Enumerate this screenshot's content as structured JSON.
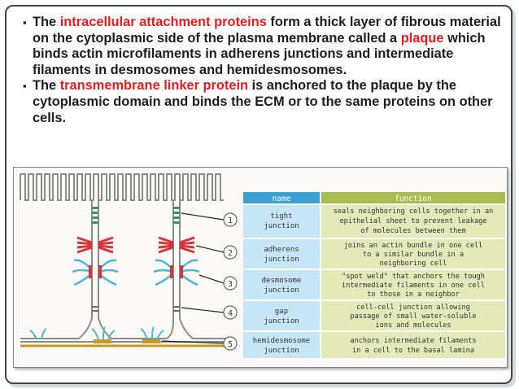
{
  "bullets": [
    {
      "marker": "▪",
      "pre": "The ",
      "highlight": "intracellular attachment proteins",
      "mid": " form a thick layer of fibrous material on the cytoplasmic side of the plasma membrane called a ",
      "highlight2": "plaque",
      "post": " which binds actin microfilaments in adherens junctions and intermediate filaments in desmosomes and hemidesmosomes."
    },
    {
      "marker": "▪",
      "pre": "The ",
      "highlight": "transmembrane linker protein",
      "post": " is anchored to the plaque by the cytoplasmic domain and binds the ECM or to the same proteins on other cells."
    }
  ],
  "table": {
    "header_name": "name",
    "header_function": "function",
    "rows": [
      {
        "num": "1",
        "name": [
          "tight",
          "junction"
        ],
        "function": [
          "seals neighboring cells together in an",
          "epithelial sheet to prevent leakage",
          "of molecules between them"
        ]
      },
      {
        "num": "2",
        "name": [
          "adherens",
          "junction"
        ],
        "function": [
          "joins an actin bundle in one cell",
          "to a similar bundle in a",
          "neighboring cell"
        ]
      },
      {
        "num": "3",
        "name": [
          "desmosome",
          "junction"
        ],
        "function": [
          "\"spot weld\" that anchors the tough",
          "intermediate filaments in one cell",
          "to those in a neighbor"
        ]
      },
      {
        "num": "4",
        "name": [
          "gap",
          "junction"
        ],
        "function": [
          "cell-cell junction allowing",
          "passage of small water-soluble",
          "ions and molecules"
        ]
      },
      {
        "num": "5",
        "name": [
          "hemidesmosome",
          "junction"
        ],
        "function": [
          "anchors intermediate filaments",
          "in a cell to the basal lamina"
        ]
      }
    ]
  },
  "colors": {
    "highlight": "#e02020",
    "name_header": "#3e9fd3",
    "name_cell": "#c6e6f5",
    "function_header": "#a9bd55",
    "function_cell": "#e3e9b8",
    "membrane": "#8c8c8c",
    "actin": "#d6333b",
    "intermediate_filament": "#4ab6d8",
    "tight_junction": "#3f8f6b",
    "basal_lamina": "#c99a22"
  }
}
